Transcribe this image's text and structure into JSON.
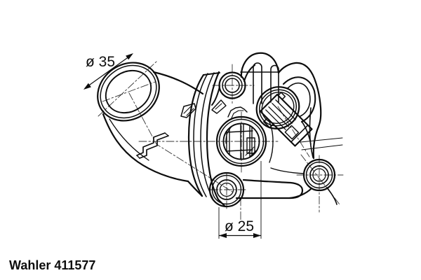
{
  "page": {
    "background": "#ffffff",
    "line_color": "#0d0d0d",
    "centerline_color": "#333333"
  },
  "drawing": {
    "caption": "Wahler 411577",
    "dimension_inlet": "ø 35",
    "dimension_outlet": "ø 25"
  }
}
